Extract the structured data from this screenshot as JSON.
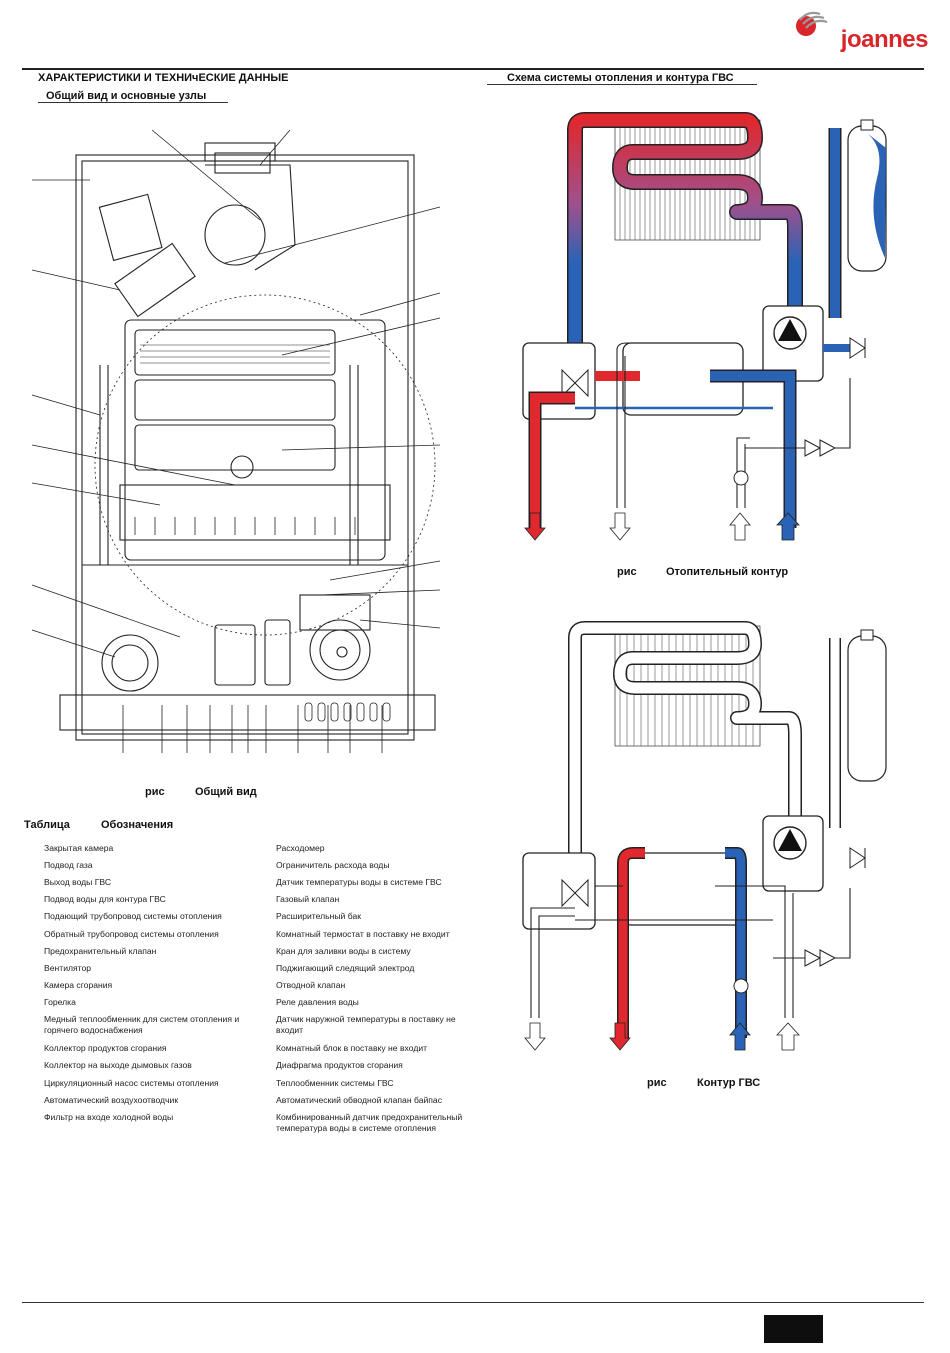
{
  "brand": {
    "name": "joannes",
    "color": "#d8262b"
  },
  "header": {
    "left_title": "ХАРАКТЕРИСТИКИ И ТЕХНИчЕСКИЕ ДАННЫЕ",
    "left_subtitle": "Общий вид и основные узлы",
    "right_title": "Схема  системы отопления и контура ГВС"
  },
  "figures": {
    "general_view": {
      "prefix": "рис",
      "caption": "Общий вид"
    },
    "heating_circuit": {
      "prefix": "рис",
      "caption": "Отопительный контур"
    },
    "dhw_circuit": {
      "prefix": "рис",
      "caption": "Контур ГВС"
    }
  },
  "table": {
    "prefix": "Таблица",
    "title": "Обозначения",
    "left_column": [
      "Закрытая камера",
      "Подвод газа",
      "Выход воды ГВС",
      "Подвод воды для контура ГВС",
      "Подающий трубопровод системы отопления",
      "Обратный трубопровод системы отопления",
      "Предохранительный клапан",
      "Вентилятор",
      "Камера сгорания",
      "Горелка",
      "Медный теплообменник для систем отопления и горячего водоснабжения",
      "Коллектор продуктов сгорания",
      "Коллектор на выходе дымовых газов",
      "Циркуляционный насос системы отопления",
      "Автоматический воздухоотводчик",
      "Фильтр на входе холодной воды"
    ],
    "right_column": [
      "Расходомер",
      "Ограничитель расхода воды",
      "Датчик температуры воды в системе ГВС",
      "Газовый клапан",
      "Расширительный бак",
      "Комнатный термостат  в поставку не входит",
      "Кран для заливки воды в систему",
      "Поджигающий следящий электрод",
      "Отводной клапан",
      "Реле давления воды",
      "Датчик наружной температуры  в поставку не входит",
      "Комнатный блок  в поставку не входит",
      "Диафрагма продуктов сгорания",
      "Теплообменник системы ГВС",
      "Автоматический обводной клапан  байпас",
      "Комбинированный датчик  предохранительный    температура воды в системе отопления"
    ]
  },
  "colors": {
    "hot_pipe": "#e0282e",
    "cold_pipe": "#2a63b5",
    "mixed_pipe": "#8b4f96",
    "pipe_outline": "#222222",
    "page_box": "#0e0e0e"
  }
}
